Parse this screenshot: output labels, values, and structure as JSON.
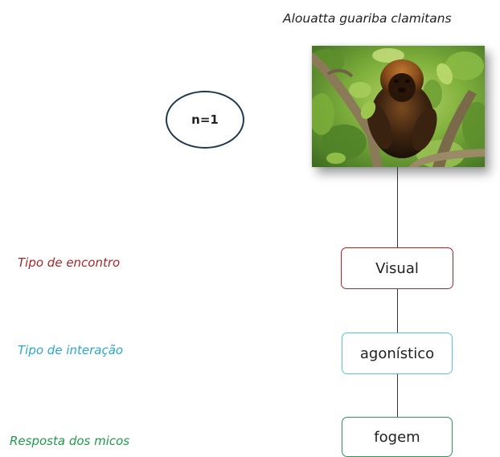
{
  "species_name": "Alouatta guariba clamitans",
  "photo_subject": "Alouatta guariba clamitans",
  "sample_size": "n=1",
  "rows": [
    {
      "label": "Tipo de encontro",
      "value": "Visual",
      "color": "#a8262a"
    },
    {
      "label": "Tipo de interação",
      "value": "agonístico",
      "color": "#2aa8cf"
    },
    {
      "label": "Resposta dos micos",
      "value": "fogem",
      "color": "#1f9a4b"
    }
  ],
  "colors": {
    "ellipse_border": "#1f3a4d",
    "connector": "#333333",
    "node_border_0": "#a8262a",
    "node_border_1": "#59c1da",
    "node_border_2": "#2a9a57"
  }
}
